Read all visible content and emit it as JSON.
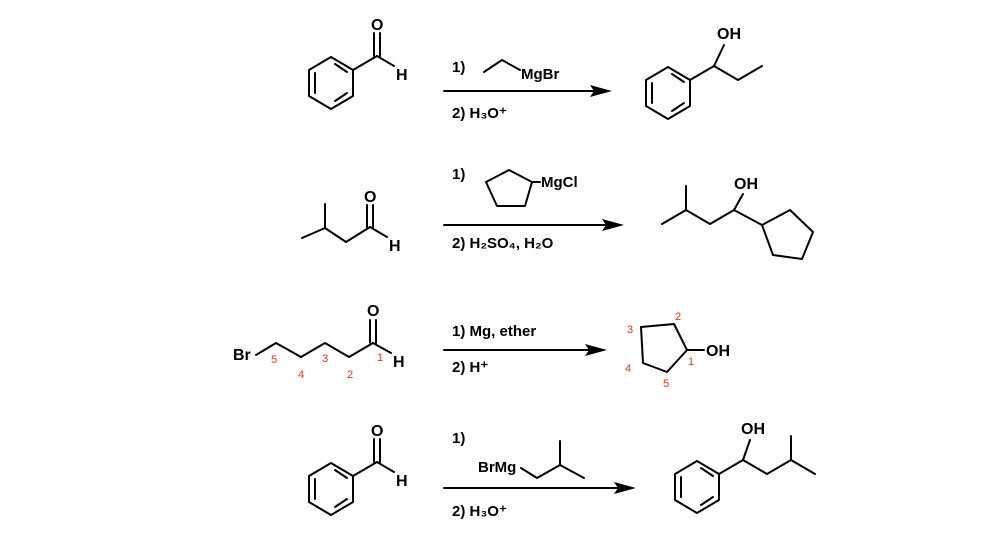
{
  "colors": {
    "ink": "#000000",
    "locant": "#e8341c"
  },
  "reactions": [
    {
      "id": "r1",
      "reactant_atoms": {
        "o": "O",
        "h": "H"
      },
      "reagent_lines": [
        "1)",
        "2)  H₃O⁺"
      ],
      "reagent_group": "MgBr",
      "product_atoms": {
        "oh": "OH"
      }
    },
    {
      "id": "r2",
      "reactant_atoms": {
        "o": "O",
        "h": "H"
      },
      "reagent_lines": [
        "1)",
        "2)  H₂SO₄, H₂O"
      ],
      "reagent_group": "MgCl",
      "product_atoms": {
        "oh": "OH"
      }
    },
    {
      "id": "r3",
      "reactant_atoms": {
        "o": "O",
        "h": "H",
        "br": "Br"
      },
      "reagent_lines": [
        "1)  Mg, ether",
        "2)  H⁺"
      ],
      "reactant_locants": [
        "5",
        "4",
        "3",
        "2",
        "1"
      ],
      "product_atoms": {
        "oh": "OH"
      },
      "product_locants": [
        "1",
        "2",
        "3",
        "4",
        "5"
      ]
    },
    {
      "id": "r4",
      "reactant_atoms": {
        "o": "O",
        "h": "H"
      },
      "reagent_lines": [
        "1)",
        "2)  H₃O⁺"
      ],
      "reagent_group": "BrMg",
      "product_atoms": {
        "oh": "OH"
      }
    }
  ]
}
